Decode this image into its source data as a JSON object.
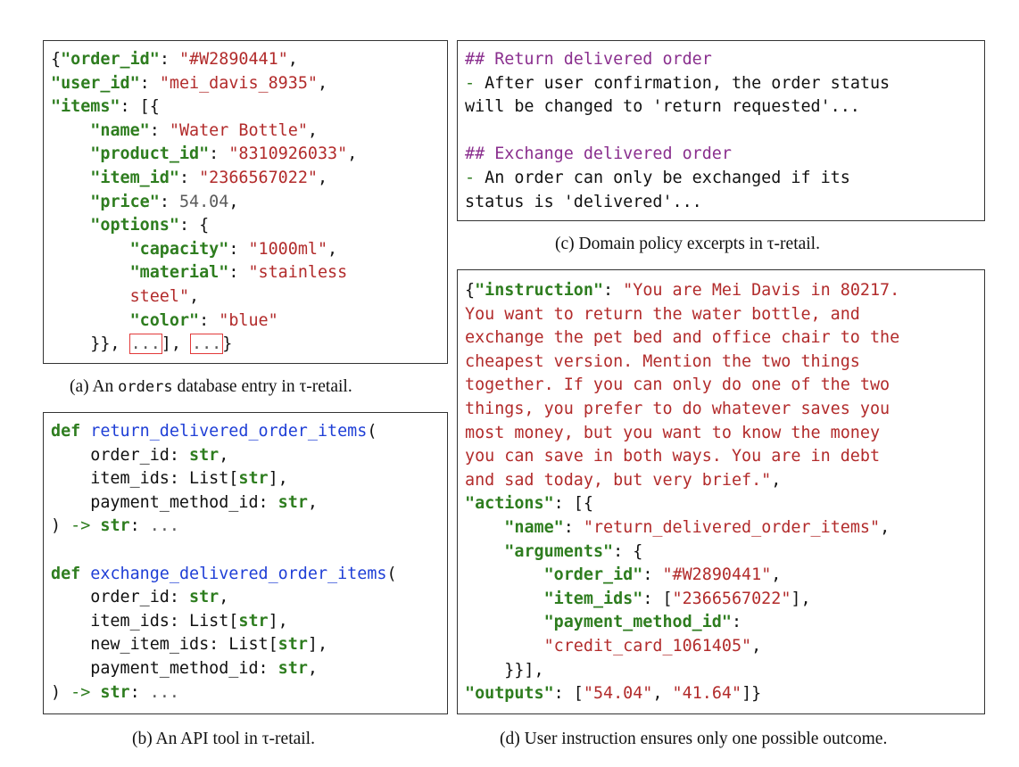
{
  "panel_a": {
    "lines": [
      [
        {
          "t": "{",
          "c": "p"
        },
        {
          "t": "\"order_id\"",
          "c": "k"
        },
        {
          "t": ": ",
          "c": "p"
        },
        {
          "t": "\"#W2890441\"",
          "c": "s"
        },
        {
          "t": ",",
          "c": "p"
        }
      ],
      [
        {
          "t": "\"user_id\"",
          "c": "k"
        },
        {
          "t": ": ",
          "c": "p"
        },
        {
          "t": "\"mei_davis_8935\"",
          "c": "s"
        },
        {
          "t": ",",
          "c": "p"
        }
      ],
      [
        {
          "t": "\"items\"",
          "c": "k"
        },
        {
          "t": ": [{",
          "c": "p"
        }
      ],
      [
        {
          "t": "    ",
          "c": "p"
        },
        {
          "t": "\"name\"",
          "c": "k"
        },
        {
          "t": ": ",
          "c": "p"
        },
        {
          "t": "\"Water Bottle\"",
          "c": "s"
        },
        {
          "t": ",",
          "c": "p"
        }
      ],
      [
        {
          "t": "    ",
          "c": "p"
        },
        {
          "t": "\"product_id\"",
          "c": "k"
        },
        {
          "t": ": ",
          "c": "p"
        },
        {
          "t": "\"8310926033\"",
          "c": "s"
        },
        {
          "t": ",",
          "c": "p"
        }
      ],
      [
        {
          "t": "    ",
          "c": "p"
        },
        {
          "t": "\"item_id\"",
          "c": "k"
        },
        {
          "t": ": ",
          "c": "p"
        },
        {
          "t": "\"2366567022\"",
          "c": "s"
        },
        {
          "t": ",",
          "c": "p"
        }
      ],
      [
        {
          "t": "    ",
          "c": "p"
        },
        {
          "t": "\"price\"",
          "c": "k"
        },
        {
          "t": ": ",
          "c": "p"
        },
        {
          "t": "54.04",
          "c": "n"
        },
        {
          "t": ",",
          "c": "p"
        }
      ],
      [
        {
          "t": "    ",
          "c": "p"
        },
        {
          "t": "\"options\"",
          "c": "k"
        },
        {
          "t": ": {",
          "c": "p"
        }
      ],
      [
        {
          "t": "        ",
          "c": "p"
        },
        {
          "t": "\"capacity\"",
          "c": "k"
        },
        {
          "t": ": ",
          "c": "p"
        },
        {
          "t": "\"1000ml\"",
          "c": "s"
        },
        {
          "t": ",",
          "c": "p"
        }
      ],
      [
        {
          "t": "        ",
          "c": "p"
        },
        {
          "t": "\"material\"",
          "c": "k"
        },
        {
          "t": ": ",
          "c": "p"
        },
        {
          "t": "\"stainless",
          "c": "s"
        }
      ],
      [
        {
          "t": "        ",
          "c": "p"
        },
        {
          "t": "steel\"",
          "c": "s"
        },
        {
          "t": ",",
          "c": "p"
        }
      ],
      [
        {
          "t": "        ",
          "c": "p"
        },
        {
          "t": "\"color\"",
          "c": "k"
        },
        {
          "t": ": ",
          "c": "p"
        },
        {
          "t": "\"blue\"",
          "c": "s"
        }
      ],
      [
        {
          "t": "    }}, ",
          "c": "p"
        },
        {
          "t": "...",
          "c": "boxed"
        },
        {
          "t": "], ",
          "c": "p"
        },
        {
          "t": "...",
          "c": "boxed"
        },
        {
          "t": "}",
          "c": "p"
        }
      ]
    ],
    "caption_prefix": "(a) An ",
    "caption_mono": "orders",
    "caption_suffix": " database entry in τ-retail."
  },
  "panel_b": {
    "lines": [
      [
        {
          "t": "def ",
          "c": "kw"
        },
        {
          "t": "return_delivered_order_items",
          "c": "fn"
        },
        {
          "t": "(",
          "c": "p"
        }
      ],
      [
        {
          "t": "    order_id: ",
          "c": "p"
        },
        {
          "t": "str",
          "c": "ty"
        },
        {
          "t": ",",
          "c": "p"
        }
      ],
      [
        {
          "t": "    item_ids: List[",
          "c": "p"
        },
        {
          "t": "str",
          "c": "ty"
        },
        {
          "t": "],",
          "c": "p"
        }
      ],
      [
        {
          "t": "    payment_method_id: ",
          "c": "p"
        },
        {
          "t": "str",
          "c": "ty"
        },
        {
          "t": ",",
          "c": "p"
        }
      ],
      [
        {
          "t": ") ",
          "c": "p"
        },
        {
          "t": "->",
          "c": "op"
        },
        {
          "t": " ",
          "c": "p"
        },
        {
          "t": "str",
          "c": "ty"
        },
        {
          "t": ": ",
          "c": "p"
        },
        {
          "t": "...",
          "c": "n"
        }
      ],
      [
        {
          "t": "",
          "c": "p"
        }
      ],
      [
        {
          "t": "def ",
          "c": "kw"
        },
        {
          "t": "exchange_delivered_order_items",
          "c": "fn"
        },
        {
          "t": "(",
          "c": "p"
        }
      ],
      [
        {
          "t": "    order_id: ",
          "c": "p"
        },
        {
          "t": "str",
          "c": "ty"
        },
        {
          "t": ",",
          "c": "p"
        }
      ],
      [
        {
          "t": "    item_ids: List[",
          "c": "p"
        },
        {
          "t": "str",
          "c": "ty"
        },
        {
          "t": "],",
          "c": "p"
        }
      ],
      [
        {
          "t": "    new_item_ids: List[",
          "c": "p"
        },
        {
          "t": "str",
          "c": "ty"
        },
        {
          "t": "],",
          "c": "p"
        }
      ],
      [
        {
          "t": "    payment_method_id: ",
          "c": "p"
        },
        {
          "t": "str",
          "c": "ty"
        },
        {
          "t": ",",
          "c": "p"
        }
      ],
      [
        {
          "t": ") ",
          "c": "p"
        },
        {
          "t": "->",
          "c": "op"
        },
        {
          "t": " ",
          "c": "p"
        },
        {
          "t": "str",
          "c": "ty"
        },
        {
          "t": ": ",
          "c": "p"
        },
        {
          "t": "...",
          "c": "n"
        }
      ]
    ],
    "caption": "(b) An API tool in τ-retail."
  },
  "panel_c": {
    "lines": [
      [
        {
          "t": "## Return delivered order",
          "c": "h"
        }
      ],
      [
        {
          "t": "- ",
          "c": "d"
        },
        {
          "t": "After user confirmation, the order status",
          "c": "p"
        }
      ],
      [
        {
          "t": "will be changed to 'return requested'...",
          "c": "p"
        }
      ],
      [
        {
          "t": "",
          "c": "p"
        }
      ],
      [
        {
          "t": "## Exchange delivered order",
          "c": "h"
        }
      ],
      [
        {
          "t": "- ",
          "c": "d"
        },
        {
          "t": "An order can only be exchanged if its",
          "c": "p"
        }
      ],
      [
        {
          "t": "status is 'delivered'...",
          "c": "p"
        }
      ]
    ],
    "caption": "(c) Domain policy excerpts in τ-retail."
  },
  "panel_d": {
    "lines": [
      [
        {
          "t": "{",
          "c": "p"
        },
        {
          "t": "\"instruction\"",
          "c": "k"
        },
        {
          "t": ": ",
          "c": "p"
        },
        {
          "t": "\"You are Mei Davis in 80217.",
          "c": "s"
        }
      ],
      [
        {
          "t": "You want to return the water bottle, and",
          "c": "s"
        }
      ],
      [
        {
          "t": "exchange the pet bed and office chair to the",
          "c": "s"
        }
      ],
      [
        {
          "t": "cheapest version. Mention the two things",
          "c": "s"
        }
      ],
      [
        {
          "t": "together. If you can only do one of the two",
          "c": "s"
        }
      ],
      [
        {
          "t": "things, you prefer to do whatever saves you",
          "c": "s"
        }
      ],
      [
        {
          "t": "most money, but you want to know the money",
          "c": "s"
        }
      ],
      [
        {
          "t": "you can save in both ways. You are in debt",
          "c": "s"
        }
      ],
      [
        {
          "t": "and sad today, but very brief.\"",
          "c": "s"
        },
        {
          "t": ",",
          "c": "p"
        }
      ],
      [
        {
          "t": "\"actions\"",
          "c": "k"
        },
        {
          "t": ": [{",
          "c": "p"
        }
      ],
      [
        {
          "t": "    ",
          "c": "p"
        },
        {
          "t": "\"name\"",
          "c": "k"
        },
        {
          "t": ": ",
          "c": "p"
        },
        {
          "t": "\"return_delivered_order_items\"",
          "c": "s"
        },
        {
          "t": ",",
          "c": "p"
        }
      ],
      [
        {
          "t": "    ",
          "c": "p"
        },
        {
          "t": "\"arguments\"",
          "c": "k"
        },
        {
          "t": ": {",
          "c": "p"
        }
      ],
      [
        {
          "t": "        ",
          "c": "p"
        },
        {
          "t": "\"order_id\"",
          "c": "k"
        },
        {
          "t": ": ",
          "c": "p"
        },
        {
          "t": "\"#W2890441\"",
          "c": "s"
        },
        {
          "t": ",",
          "c": "p"
        }
      ],
      [
        {
          "t": "        ",
          "c": "p"
        },
        {
          "t": "\"item_ids\"",
          "c": "k"
        },
        {
          "t": ": [",
          "c": "p"
        },
        {
          "t": "\"2366567022\"",
          "c": "s"
        },
        {
          "t": "],",
          "c": "p"
        }
      ],
      [
        {
          "t": "        ",
          "c": "p"
        },
        {
          "t": "\"payment_method_id\"",
          "c": "k"
        },
        {
          "t": ":",
          "c": "p"
        }
      ],
      [
        {
          "t": "        ",
          "c": "p"
        },
        {
          "t": "\"credit_card_1061405\"",
          "c": "s"
        },
        {
          "t": ",",
          "c": "p"
        }
      ],
      [
        {
          "t": "    }}],",
          "c": "p"
        }
      ],
      [
        {
          "t": "\"outputs\"",
          "c": "k"
        },
        {
          "t": ": [",
          "c": "p"
        },
        {
          "t": "\"54.04\"",
          "c": "s"
        },
        {
          "t": ", ",
          "c": "p"
        },
        {
          "t": "\"41.64\"",
          "c": "s"
        },
        {
          "t": "]}",
          "c": "p"
        }
      ]
    ],
    "caption": "(d) User instruction ensures only one possible outcome."
  }
}
